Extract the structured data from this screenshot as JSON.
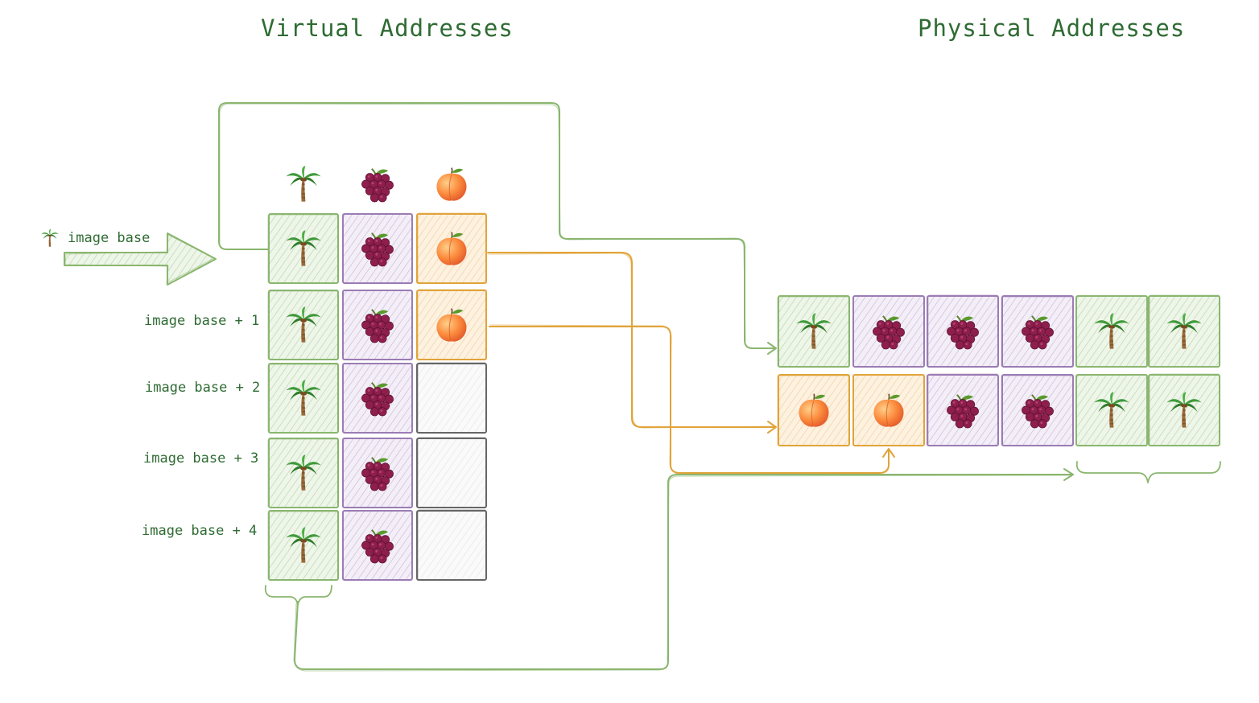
{
  "titles": {
    "virtual": "Virtual Addresses",
    "physical": "Physical Addresses"
  },
  "icons": {
    "palm": "palm-tree-icon",
    "grapes": "grapes-icon",
    "peach": "peach-icon"
  },
  "colors": {
    "green": "#8ab66f",
    "green_fill": "#e3efdc",
    "purple": "#9b7cb4",
    "purple_fill": "#ebe3f1",
    "orange": "#e0a43a",
    "orange_fill": "#fbe8cf",
    "gray": "#666666",
    "text": "#2f6b33"
  },
  "virtual": {
    "base_arrow_label": "image base",
    "column_headers": [
      "palm",
      "grapes",
      "peach"
    ],
    "rows": [
      {
        "label": "",
        "cells": [
          "palm",
          "grapes",
          "peach"
        ]
      },
      {
        "label": "image base + 1",
        "cells": [
          "palm",
          "grapes",
          "peach"
        ]
      },
      {
        "label": "image base + 2",
        "cells": [
          "palm",
          "grapes",
          "empty"
        ]
      },
      {
        "label": "image base + 3",
        "cells": [
          "palm",
          "grapes",
          "empty"
        ]
      },
      {
        "label": "image base + 4",
        "cells": [
          "palm",
          "grapes",
          "empty"
        ]
      }
    ]
  },
  "physical": {
    "rows": [
      [
        "palm",
        "grapes",
        "grapes",
        "grapes",
        "palm",
        "palm"
      ],
      [
        "peach",
        "peach",
        "grapes",
        "grapes",
        "palm",
        "palm"
      ]
    ]
  }
}
